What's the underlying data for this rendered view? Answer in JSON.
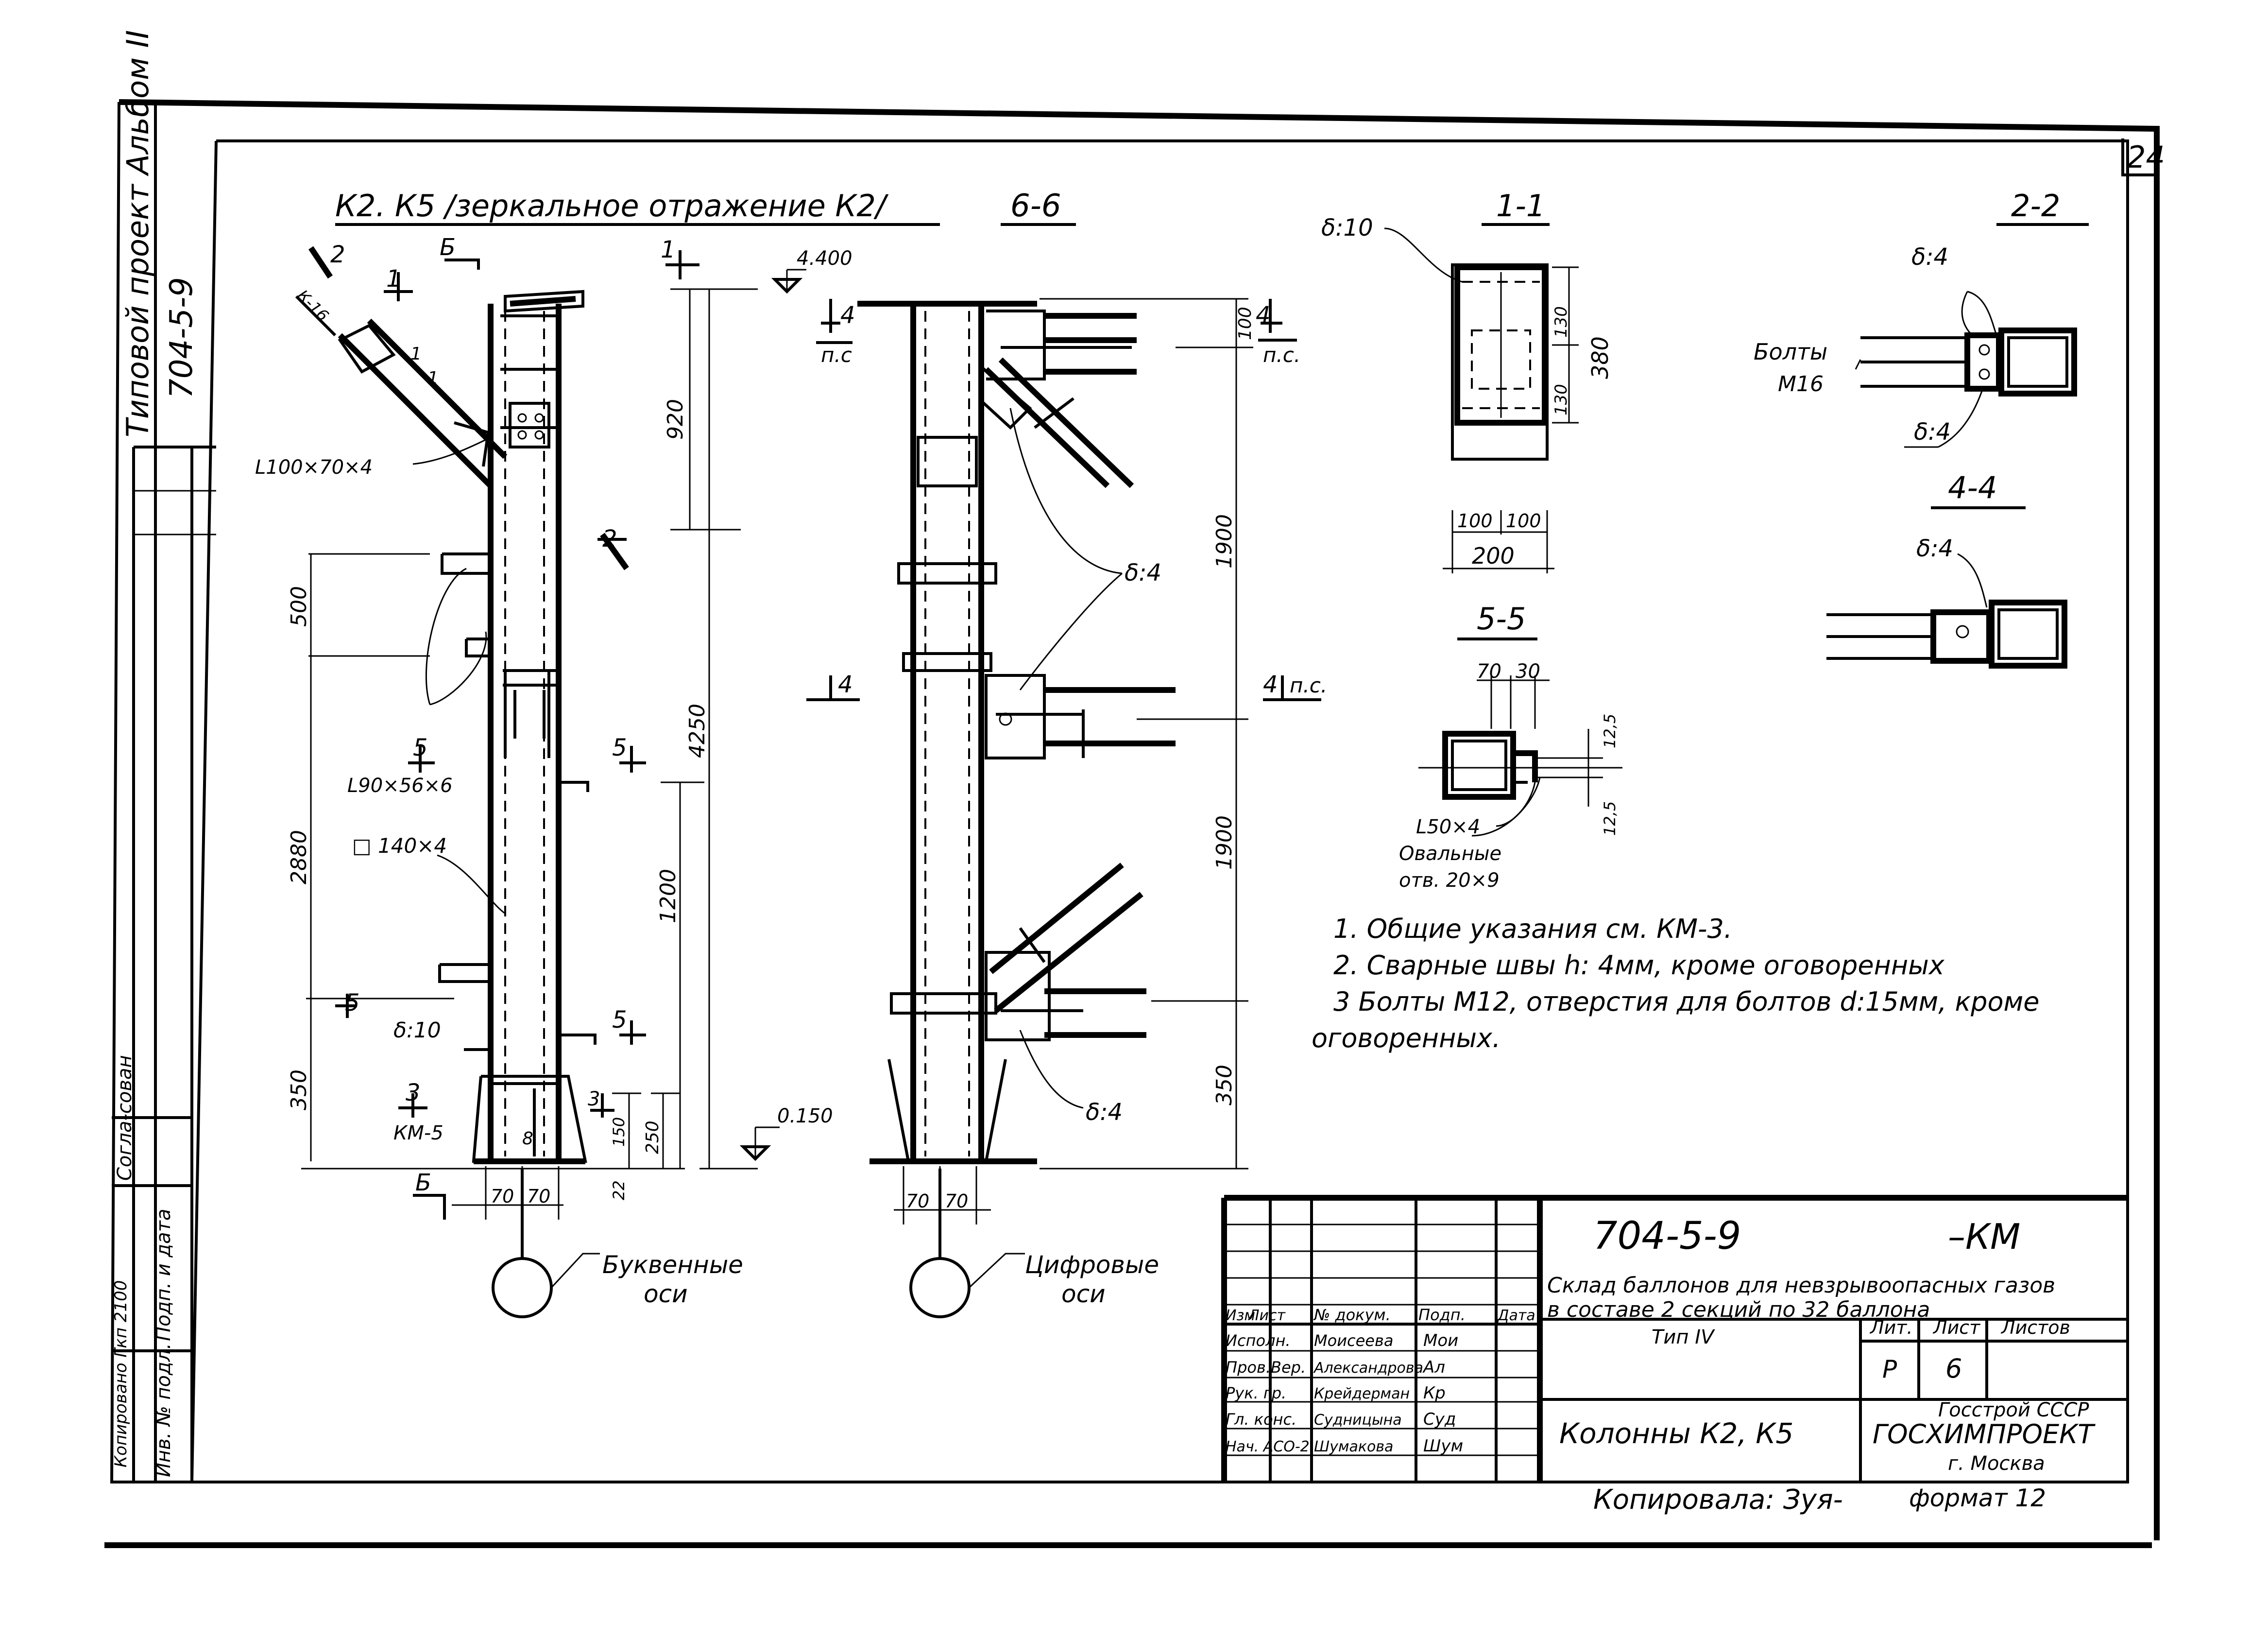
{
  "sheet": {
    "page_number": "24",
    "left_strip": {
      "project_title": "Типовой проект Альбом II",
      "project_code": "704-5-9",
      "copied_note": "Копировано  Гкп 2100",
      "sign_label": "Подп. и дата",
      "inv_label": "Инв. № подл.",
      "agreed_label": "Согла-сован"
    }
  },
  "views": {
    "main": {
      "title": "К2. К5 /зеркальное отражение К2/",
      "labels": {
        "sec_b": "Б",
        "sec_1": "1",
        "sec_2a": "2",
        "sec_2b": "2",
        "sec_5a": "5",
        "sec_5b": "5",
        "sec_5c": "5",
        "sec_3": "3",
        "sec_3_sheet": "КМ-5",
        "sec_b_bottom": "Б",
        "angle_1": "L100×70×4",
        "angle_2": "L90×56×6",
        "tube": "□ 140×4",
        "plate": "δ:10",
        "top_elev": "4.400",
        "bottom_elev": "0.150",
        "slope": "1",
        "slope_v": "1",
        "brace_mark": "К-16"
      },
      "dims": {
        "d500": "500",
        "d920": "920",
        "d4250": "4250",
        "d2880": "2880",
        "d1200": "1200",
        "d350": "350",
        "d250": "250",
        "d150": "150",
        "d22": "22",
        "d70a": "70",
        "d70b": "70",
        "d8": "8"
      },
      "axis_caption_1": "Буквенные",
      "axis_caption_2": "оси"
    },
    "view_6_6": {
      "title": "6-6",
      "labels": {
        "sec4_left": "4",
        "ps_left": "п.с",
        "sec4_right": "4",
        "ps_right": "п.с.",
        "sec4_mid_left": "4",
        "sec4_mid_right": "4",
        "ps_mid_right": "п.с.",
        "plate_upper": "δ:4",
        "plate_lower": "δ:4"
      },
      "dims": {
        "d100": "100",
        "d1900a": "1900",
        "d1900b": "1900",
        "d350": "350",
        "d70a": "70",
        "d70b": "70"
      },
      "axis_caption_1": "Цифровые",
      "axis_caption_2": "оси"
    },
    "section_1_1": {
      "title": "1-1",
      "plate": "δ:10",
      "dims": {
        "d380": "380",
        "d130a": "130",
        "d130b": "130",
        "d100a": "100",
        "d100b": "100",
        "d200": "200"
      }
    },
    "section_2_2": {
      "title": "2-2",
      "plate_top": "δ:4",
      "plate_bottom": "δ:4",
      "bolts": "Болты",
      "bolt_size": "М16"
    },
    "section_4_4": {
      "title": "4-4",
      "plate": "δ:4"
    },
    "section_5_5": {
      "title": "5-5",
      "dims": {
        "d70": "70",
        "d30": "30",
        "d125a": "12,5",
        "d125b": "12,5"
      },
      "angle": "L50×4",
      "holes_1": "Овальные",
      "holes_2": "отв. 20×9"
    }
  },
  "notes": [
    "1. Общие указания см. КМ-3.",
    "2. Сварные швы h: 4мм, кроме оговоренных",
    "3 Болты М12, отверстия для болтов d:15мм, кроме",
    "оговоренных."
  ],
  "title_block": {
    "code": "704-5-9",
    "suffix": "–КМ",
    "description_1": "Склад баллонов для невзрывоопасных газов",
    "description_2": "в составе   2   секций   по 32 баллона",
    "type": "Тип IV",
    "sheet_title": "Колонны К2, К5",
    "stage_label": "Лит.",
    "sheet_label": "Лист",
    "sheets_label": "Листов",
    "stage": "Р",
    "sheet_no": "6",
    "org_1": "Госстрой СССР",
    "org_2": "ГОСХИМПРОЕКТ",
    "org_3": "г. Москва",
    "copied_by": "Копировала: Зуя-",
    "format": "формат 12",
    "header": [
      "Изм",
      "Лист",
      "№ докум.",
      "Подп.",
      "Дата"
    ],
    "people": [
      {
        "role": "Исполн.",
        "name": "Моисеева",
        "sign": "Мои"
      },
      {
        "role": "Пров.Вер.",
        "name": "Александрова",
        "sign": "Ал"
      },
      {
        "role": "Рук. гр.",
        "name": "Крейдерман",
        "sign": "Кр"
      },
      {
        "role": "Гл. конс.",
        "name": "Судницына",
        "sign": "Суд"
      },
      {
        "role": "Нач. АСО-2",
        "name": "Шумакова",
        "sign": "Шум"
      }
    ]
  }
}
